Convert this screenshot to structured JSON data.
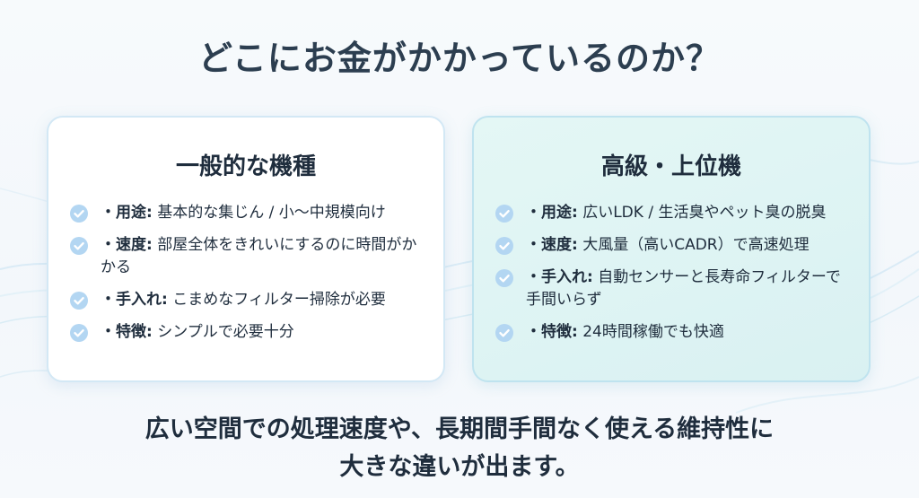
{
  "title": "どこにお金がかかっているのか？",
  "cards": [
    {
      "title": "一般的な機種",
      "items": [
        {
          "label": "・用途:",
          "text": " 基本的な集じん / 小〜中規模向け"
        },
        {
          "label": "・速度:",
          "text": " 部屋全体をきれいにするのに時間がかかる"
        },
        {
          "label": "・手入れ:",
          "text": " こまめなフィルター掃除が必要"
        },
        {
          "label": "・特徴:",
          "text": " シンプルで必要十分"
        }
      ]
    },
    {
      "title": "高級・上位機",
      "items": [
        {
          "label": "・用途:",
          "text": " 広いLDK / 生活臭やペット臭の脱臭"
        },
        {
          "label": "・速度:",
          "text": " 大風量（高いCADR）で高速処理"
        },
        {
          "label": "・手入れ:",
          "text": " 自動センサーと長寿命フィルターで手間いらず"
        },
        {
          "label": "・特徴:",
          "text": " 24時間稼働でも快適"
        }
      ]
    }
  ],
  "bottom_line1": "広い空間での処理速度や、長期間手間なく使える維持性に",
  "bottom_line2": "大きな違いが出ます。",
  "colors": {
    "check_badge": "#b3d6f2",
    "right_card_bg": "#e4f7f5",
    "title_text": "#2c3e50"
  }
}
